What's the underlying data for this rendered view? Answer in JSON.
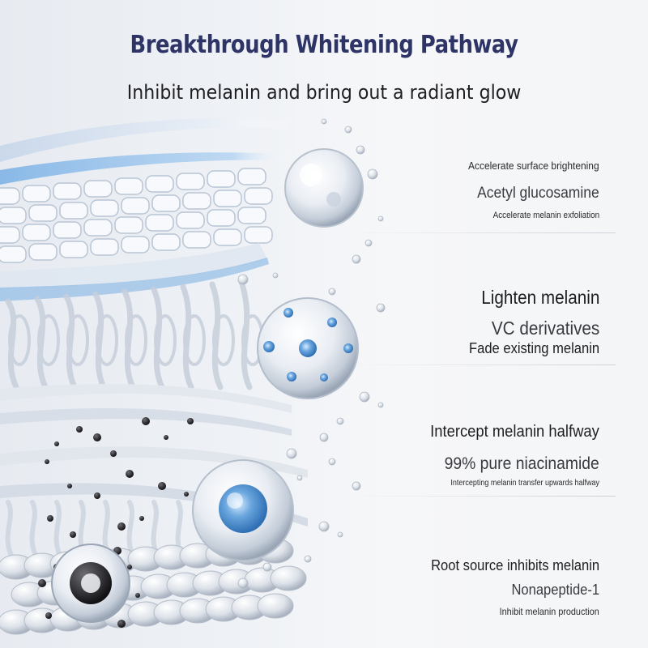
{
  "header": {
    "title": "Breakthrough Whitening Pathway",
    "subtitle": "Inhibit melanin and bring out a radiant glow",
    "title_color": "#2e3566"
  },
  "steps": [
    {
      "heading": "Accelerate surface brightening",
      "ingredient": "Acetyl glucosamine",
      "effect": "Accelerate melanin exfoliation"
    },
    {
      "heading": "Lighten melanin",
      "ingredient": "VC derivatives",
      "effect": "Fade existing melanin"
    },
    {
      "heading": "Intercept melanin halfway",
      "ingredient": "99% pure niacinamide",
      "effect": "Intercepting melanin transfer upwards halfway"
    },
    {
      "heading": "Root source inhibits melanin",
      "ingredient": "Nonapeptide-1",
      "effect": "Inhibit melanin production"
    }
  ],
  "colors": {
    "accent_blue": "#4a86c8",
    "melanin": "#1a1a1c"
  }
}
